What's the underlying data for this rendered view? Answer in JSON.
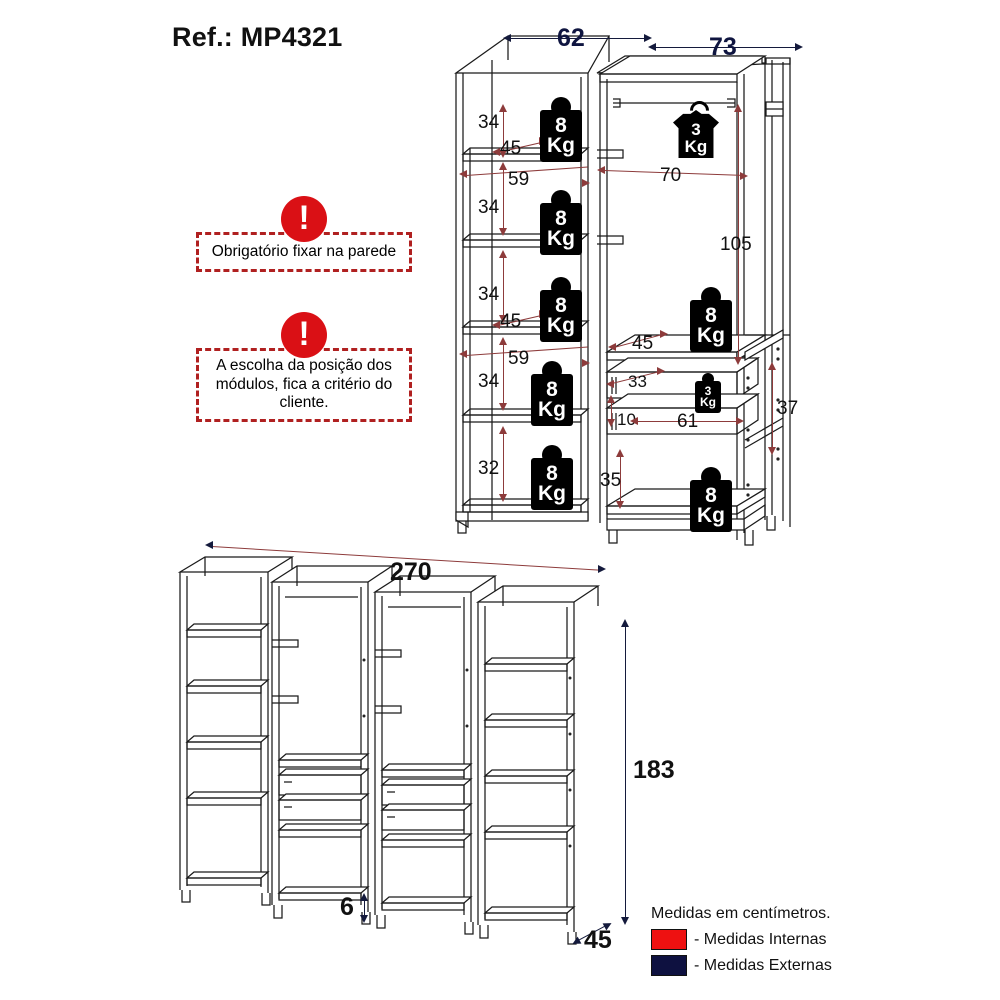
{
  "title": {
    "reference_label": "Ref.: MP4321"
  },
  "warnings": [
    {
      "icon": "exclamation-circle-icon",
      "text": "Obrigatório fixar na parede"
    },
    {
      "icon": "exclamation-circle-icon",
      "text": "A escolha da posição dos módulos, fica a critério do cliente."
    }
  ],
  "legend": {
    "title": "Medidas em centímetros.",
    "items": [
      {
        "color": "#ee1111",
        "label": "- Medidas Internas"
      },
      {
        "color": "#0e1140",
        "label": "- Medidas Externas"
      }
    ]
  },
  "top_view": {
    "external_widths": [
      {
        "value": "62",
        "type": "external"
      },
      {
        "value": "73",
        "type": "external"
      }
    ],
    "left_column_heights": [
      "34",
      "34",
      "34",
      "34",
      "32"
    ],
    "left_column_widths": [
      "45",
      "59",
      "45",
      "59"
    ],
    "wardrobe": {
      "rod_width": "70",
      "rod_height": "105",
      "shelf_width": "45",
      "drawer_top_width": "33",
      "drawer_height": "10",
      "drawer_width": "61",
      "bottom_height": "35",
      "drawer_block_height": "37"
    },
    "load_badges": [
      {
        "value": "8",
        "unit": "Kg",
        "kind": "shelf"
      },
      {
        "value": "8",
        "unit": "Kg",
        "kind": "shelf"
      },
      {
        "value": "8",
        "unit": "Kg",
        "kind": "shelf"
      },
      {
        "value": "8",
        "unit": "Kg",
        "kind": "shelf"
      },
      {
        "value": "8",
        "unit": "Kg",
        "kind": "shelf"
      },
      {
        "value": "3",
        "unit": "Kg",
        "kind": "hanger"
      },
      {
        "value": "8",
        "unit": "Kg",
        "kind": "shelf"
      },
      {
        "value": "3",
        "unit": "Kg",
        "kind": "drawer"
      },
      {
        "value": "8",
        "unit": "Kg",
        "kind": "shelf"
      }
    ]
  },
  "bottom_view": {
    "width": "270",
    "height": "183",
    "depth": "45",
    "leg_height": "6"
  }
}
